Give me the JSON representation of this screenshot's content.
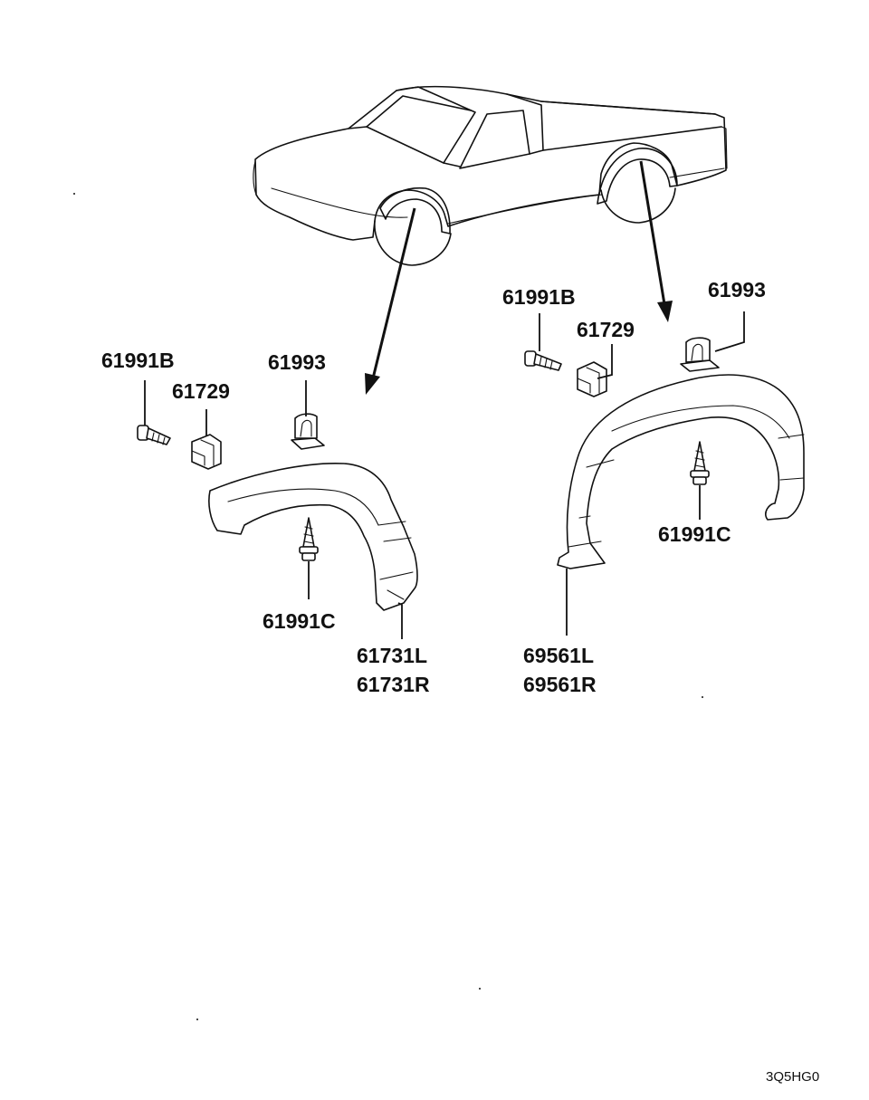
{
  "callouts": {
    "rear_screw_b": "61991B",
    "rear_clip": "61729",
    "rear_nut": "61993",
    "rear_screw_c": "61991C",
    "rear_ext_l": "69561L",
    "rear_ext_r": "69561R",
    "front_screw_b": "61991B",
    "front_clip": "61729",
    "front_nut": "61993",
    "front_screw_c": "61991C",
    "front_ext_l": "61731L",
    "front_ext_r": "61731R"
  },
  "diagram_code": "3Q5HG0"
}
